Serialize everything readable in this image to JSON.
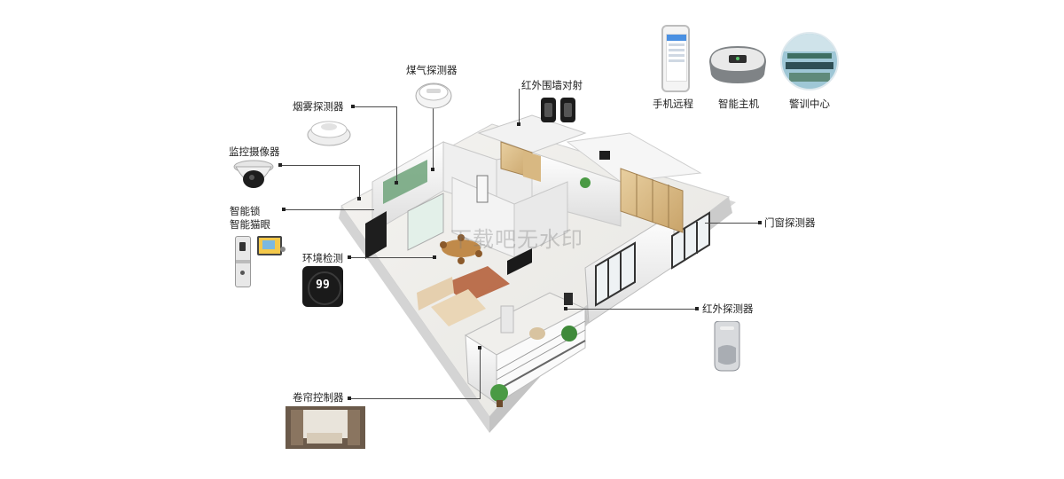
{
  "top_right": {
    "phone_label": "手机远程",
    "host_label": "智能主机",
    "center_label": "警训中心"
  },
  "callouts": {
    "gas_detector": "煤气探测器",
    "infrared_fence": "红外围墙对射",
    "smoke_detector": "烟雾探测器",
    "camera": "监控摄像器",
    "smart_lock": "智能锁",
    "smart_peephole": "智能猫眼",
    "environment": "环境检测",
    "door_window": "门窗探测器",
    "infrared_detector": "红外探测器",
    "curtain": "卷帘控制器"
  },
  "thermostat_reading": "99",
  "watermark": "下载吧无水印"
}
